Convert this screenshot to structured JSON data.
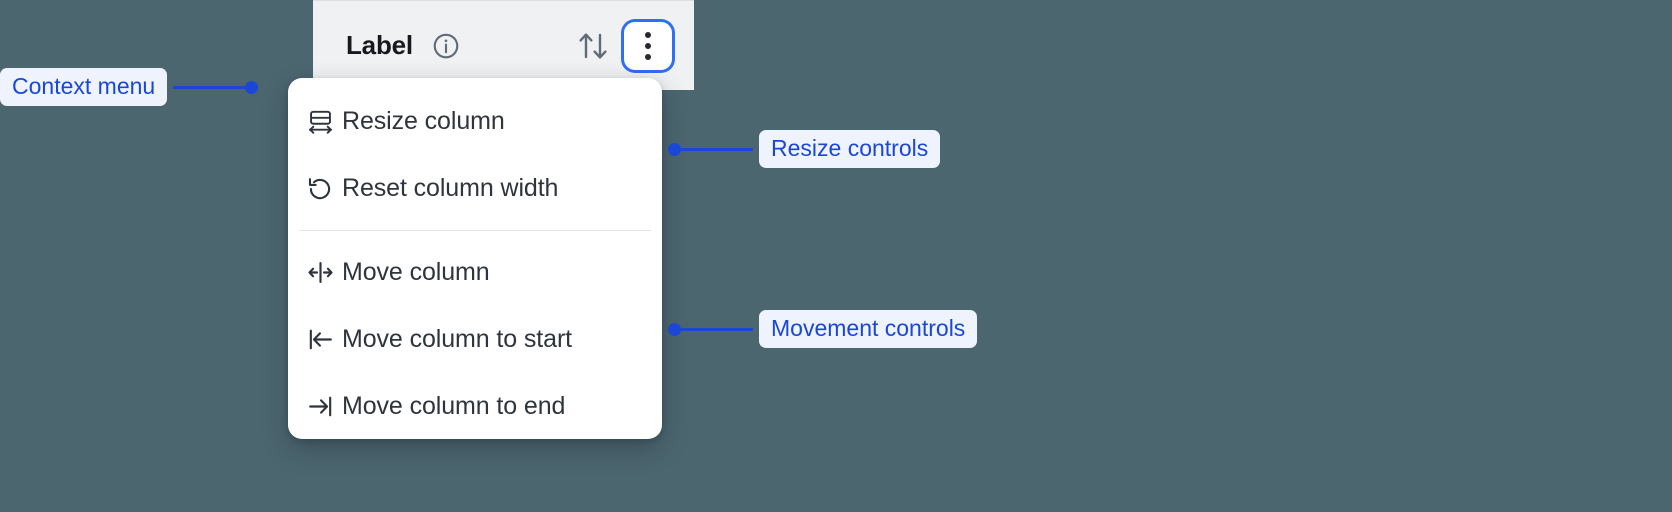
{
  "background_color": "#4c6670",
  "accent_color": "#1a47d6",
  "focus_ring_color": "#2f6ef5",
  "column_header": {
    "title": "Label",
    "info_icon": "info-circle-icon",
    "sort_icon": "sort-ascending-descending-icon",
    "menu_button_icon": "kebab-menu-icon",
    "menu_button_focused": true,
    "background_color": "#f0f1f3"
  },
  "context_menu": {
    "groups": [
      {
        "name": "resize-controls",
        "items": [
          {
            "icon": "resize-column-icon",
            "label": "Resize column"
          },
          {
            "icon": "reset-width-icon",
            "label": "Reset column width"
          }
        ]
      },
      {
        "name": "movement-controls",
        "items": [
          {
            "icon": "move-column-icon",
            "label": "Move column"
          },
          {
            "icon": "move-to-start-icon",
            "label": "Move column to start"
          },
          {
            "icon": "move-to-end-icon",
            "label": "Move column to end"
          }
        ]
      }
    ]
  },
  "annotations": {
    "context_menu": {
      "label": "Context menu"
    },
    "resize_controls": {
      "label": "Resize controls"
    },
    "movement_controls": {
      "label": "Movement controls"
    }
  }
}
